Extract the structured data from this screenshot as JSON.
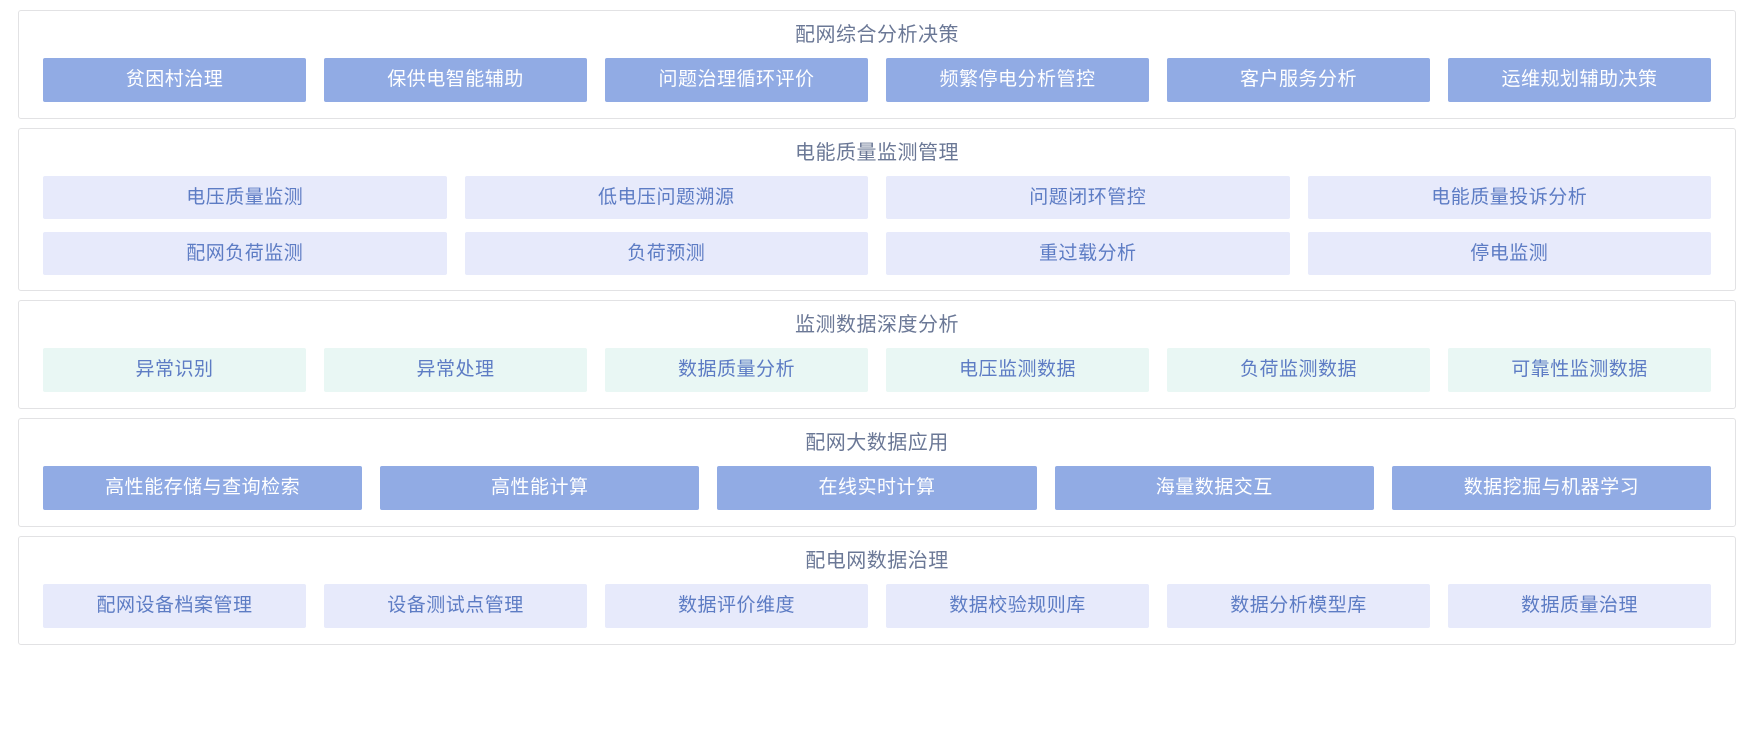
{
  "sections": [
    {
      "id": "comprehensive-analysis-decision",
      "title": "配网综合分析决策",
      "style": "solid",
      "rows": [
        [
          "贫困村治理",
          "保供电智能辅助",
          "问题治理循环评价",
          "频繁停电分析管控",
          "客户服务分析",
          "运维规划辅助决策"
        ]
      ]
    },
    {
      "id": "power-quality-monitoring-management",
      "title": "电能质量监测管理",
      "style": "lavender",
      "rows": [
        [
          "电压质量监测",
          "低电压问题溯源",
          "问题闭环管控",
          "电能质量投诉分析"
        ],
        [
          "配网负荷监测",
          "负荷预测",
          "重过载分析",
          "停电监测"
        ]
      ]
    },
    {
      "id": "monitoring-data-deep-analysis",
      "title": "监测数据深度分析",
      "style": "mint",
      "rows": [
        [
          "异常识别",
          "异常处理",
          "数据质量分析",
          "电压监测数据",
          "负荷监测数据",
          "可靠性监测数据"
        ]
      ]
    },
    {
      "id": "distribution-network-big-data-application",
      "title": "配网大数据应用",
      "style": "solid",
      "rows": [
        [
          "高性能存储与查询检索",
          "高性能计算",
          "在线实时计算",
          "海量数据交互",
          "数据挖掘与机器学习"
        ]
      ]
    },
    {
      "id": "distribution-network-data-governance",
      "title": "配电网数据治理",
      "style": "lavender",
      "rows": [
        [
          "配网设备档案管理",
          "设备测试点管理",
          "数据评价维度",
          "数据校验规则库",
          "数据分析模型库",
          "数据质量治理"
        ]
      ]
    }
  ],
  "colors": {
    "solid_bg": "#91abe4",
    "solid_text": "#ffffff",
    "lavender_bg": "#e7eafb",
    "mint_bg": "#e9f7f4",
    "tile_text": "#5d7cc4",
    "title_text": "#6b7896",
    "card_border": "#e2e2e4",
    "page_bg": "#ffffff"
  }
}
